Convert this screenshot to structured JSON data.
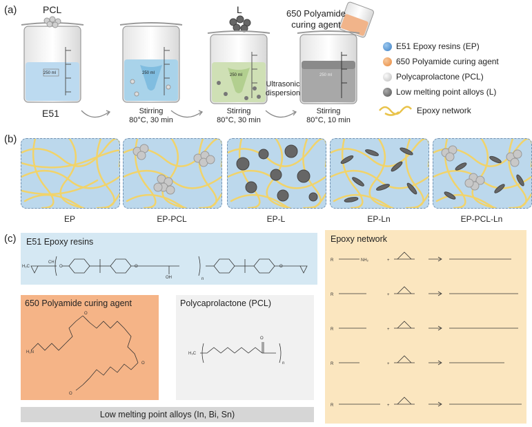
{
  "panels": {
    "a": "(a)",
    "b": "(b)",
    "c": "(c)"
  },
  "panel_a": {
    "beaker1_label": "E51",
    "pcl_label": "PCL",
    "l_label": "L",
    "curing_label": "650 Polyamide curing agent",
    "volume_mark": "250 ml",
    "step1": "Stirring\n80°C, 30 min",
    "step2": "Stirring\n80°C, 30 min",
    "ultrasonic": "Ultrasonic\ndispersion",
    "step3": "Stirring\n80°C, 10 min"
  },
  "legend": [
    {
      "label": "E51 Epoxy resins (EP)",
      "color": "#3b7fc4"
    },
    {
      "label": "650 Polyamide curing agent",
      "color": "#e8893c"
    },
    {
      "label": "Polycaprolactone (PCL)",
      "color": "#d9d9d9"
    },
    {
      "label": "Low melting point alloys (L)",
      "color": "#6e6e6e"
    },
    {
      "label": "Epoxy network",
      "color": "#f3d25a"
    }
  ],
  "panel_b": {
    "tiles": [
      "EP",
      "EP-PCL",
      "EP-L",
      "EP-Ln",
      "EP-PCL-Ln"
    ]
  },
  "panel_c": {
    "e51_title": "E51 Epoxy resins",
    "polyamide_title": "650 Polyamide curing agent",
    "pcl_title": "Polycaprolactone (PCL)",
    "network_title": "Epoxy network",
    "alloys_label": "Low melting point alloys (In, Bi, Sn)"
  }
}
